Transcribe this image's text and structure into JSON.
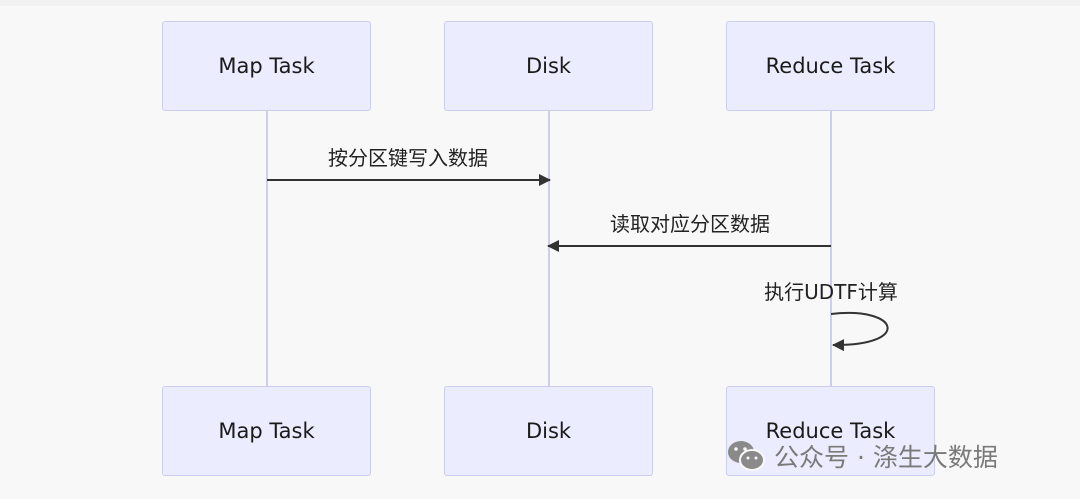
{
  "participants": [
    {
      "id": "map",
      "label": "Map Task"
    },
    {
      "id": "disk",
      "label": "Disk"
    },
    {
      "id": "reduce",
      "label": "Reduce Task"
    }
  ],
  "messages": [
    {
      "from": "Map Task",
      "to": "Disk",
      "label": "按分区键写入数据"
    },
    {
      "from": "Reduce Task",
      "to": "Disk",
      "label": "读取对应分区数据"
    },
    {
      "from": "Reduce Task",
      "to": "Reduce Task",
      "label": "执行UDTF计算"
    }
  ],
  "watermark": {
    "text": "公众号 · 涤生大数据",
    "icon": "wechat-icon"
  },
  "colors": {
    "actor_fill": "#ececff",
    "actor_border": "#cdcdf0",
    "lifeline": "#cdcdf0",
    "arrow": "#333333",
    "background": "#f8f8f8"
  }
}
